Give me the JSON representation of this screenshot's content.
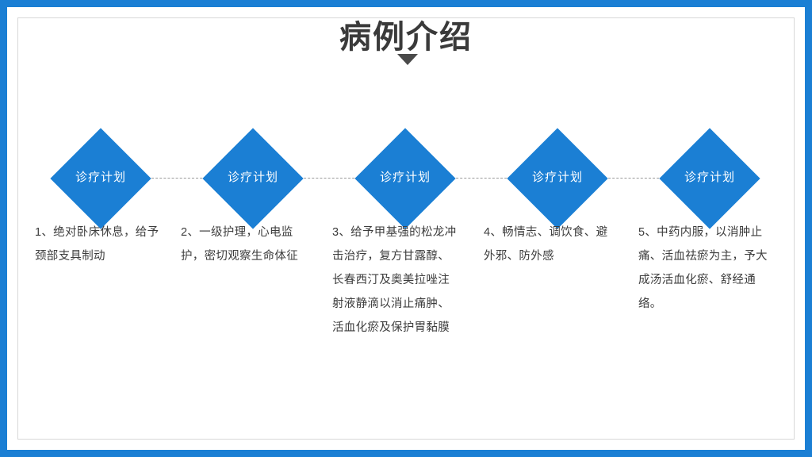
{
  "slide": {
    "title": "病例介绍",
    "accent_color": "#1b7fd4",
    "text_color": "#3d3d3d",
    "caret_icon": "triangle-down-icon"
  },
  "nodes": [
    {
      "label": "诊疗计划"
    },
    {
      "label": "诊疗计划"
    },
    {
      "label": "诊疗计划"
    },
    {
      "label": "诊疗计划"
    },
    {
      "label": "诊疗计划"
    }
  ],
  "items": [
    {
      "text": "1、绝对卧床休息，给予颈部支具制动"
    },
    {
      "text": "2、一级护理，心电监护，密切观察生命体征"
    },
    {
      "text": "3、给予甲基强的松龙冲击治疗，复方甘露醇、长春西汀及奥美拉唑注射液静滴以消止痛肿、活血化瘀及保护胃黏膜"
    },
    {
      "text": "4、畅情志、调饮食、避外邪、防外感"
    },
    {
      "text": "5、中药内服，以消肿止痛、活血祛瘀为主，予大成汤活血化瘀、舒经通络。"
    }
  ]
}
